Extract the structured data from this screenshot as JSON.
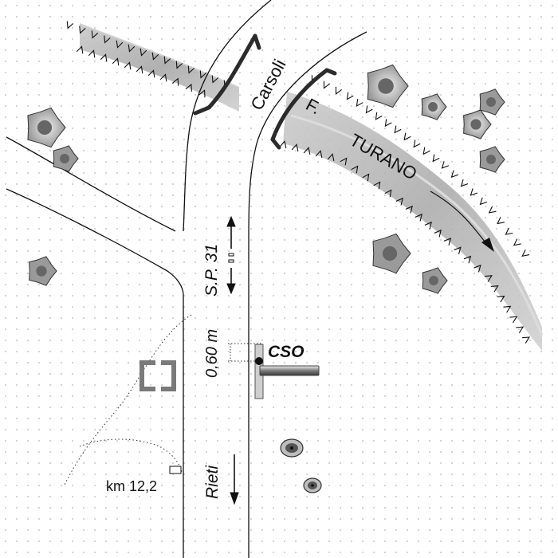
{
  "map": {
    "labels": {
      "carsoli": "Carsoli",
      "river_prefix": "F.",
      "river_name": "TURANO",
      "road": "S.P. 31",
      "depth": "0,60 m",
      "station": "CSO",
      "rieti": "Rieti",
      "km": "km 12,2"
    },
    "icons": {
      "trees": "tree-icon",
      "shrubs": "shrub-icon",
      "building": "building-icon",
      "flow_arrow": "arrow-icon",
      "benchmark": "benchmark-icon"
    },
    "colors": {
      "line": "#111111",
      "bridge": "#2b2b2b",
      "river_fill": "#b8b8b8",
      "tree_fill": "#9a9a9a",
      "gauge_fill": "#cfcfcf"
    }
  }
}
